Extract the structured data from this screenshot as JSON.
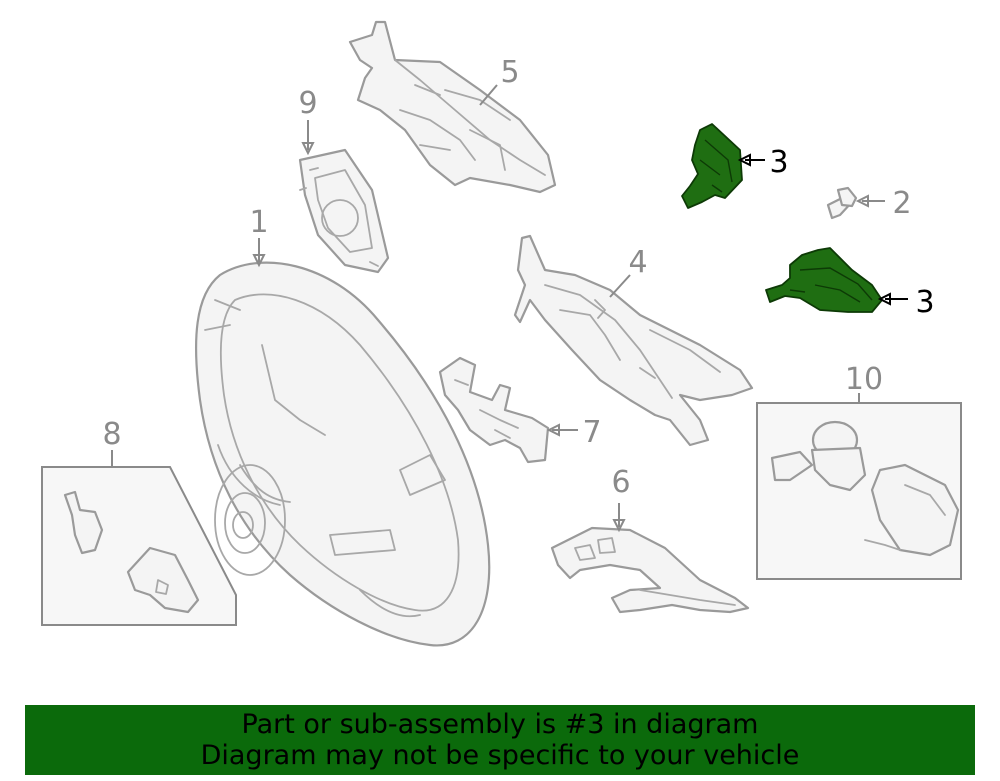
{
  "callouts": {
    "c1": "1",
    "c2": "2",
    "c3a": "3",
    "c3b": "3",
    "c4": "4",
    "c5": "5",
    "c6": "6",
    "c7": "7",
    "c8": "8",
    "c9": "9",
    "c10": "10"
  },
  "highlight": {
    "part_number": "3",
    "color": "#1f6e12"
  },
  "banner": {
    "line1": "Part or sub-assembly is #3 in diagram",
    "line2": "Diagram may not be specific to your vehicle",
    "background": "#0b6a0b"
  }
}
